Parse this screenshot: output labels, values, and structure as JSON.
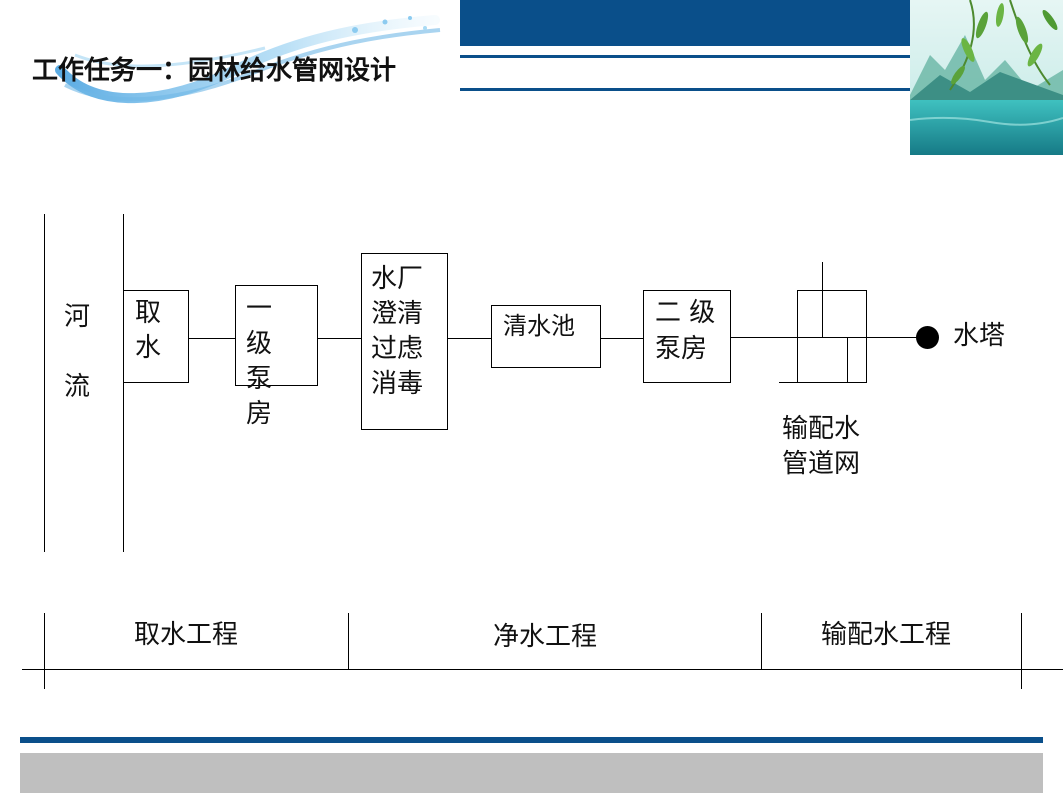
{
  "header": {
    "title": "工作任务一：园林给水管网设计",
    "colors": {
      "band": "#0a4f8a",
      "accent_line": "#0a4f8a",
      "footer_gray": "#bfbfbf"
    }
  },
  "diagram": {
    "river": "河流",
    "intake": "取水",
    "pump1": "一级泵房",
    "plant": "水厂澄清过虑消毒",
    "reservoir": "清水池",
    "pump2_line1": "二 级",
    "pump2_line2": "泵房",
    "network_line1": "输配水",
    "network_line2": "管道网",
    "tower": "水塔"
  },
  "sections": {
    "intake_eng": "取水工程",
    "purify_eng": "净水工程",
    "dist_eng": "输配水工程"
  }
}
